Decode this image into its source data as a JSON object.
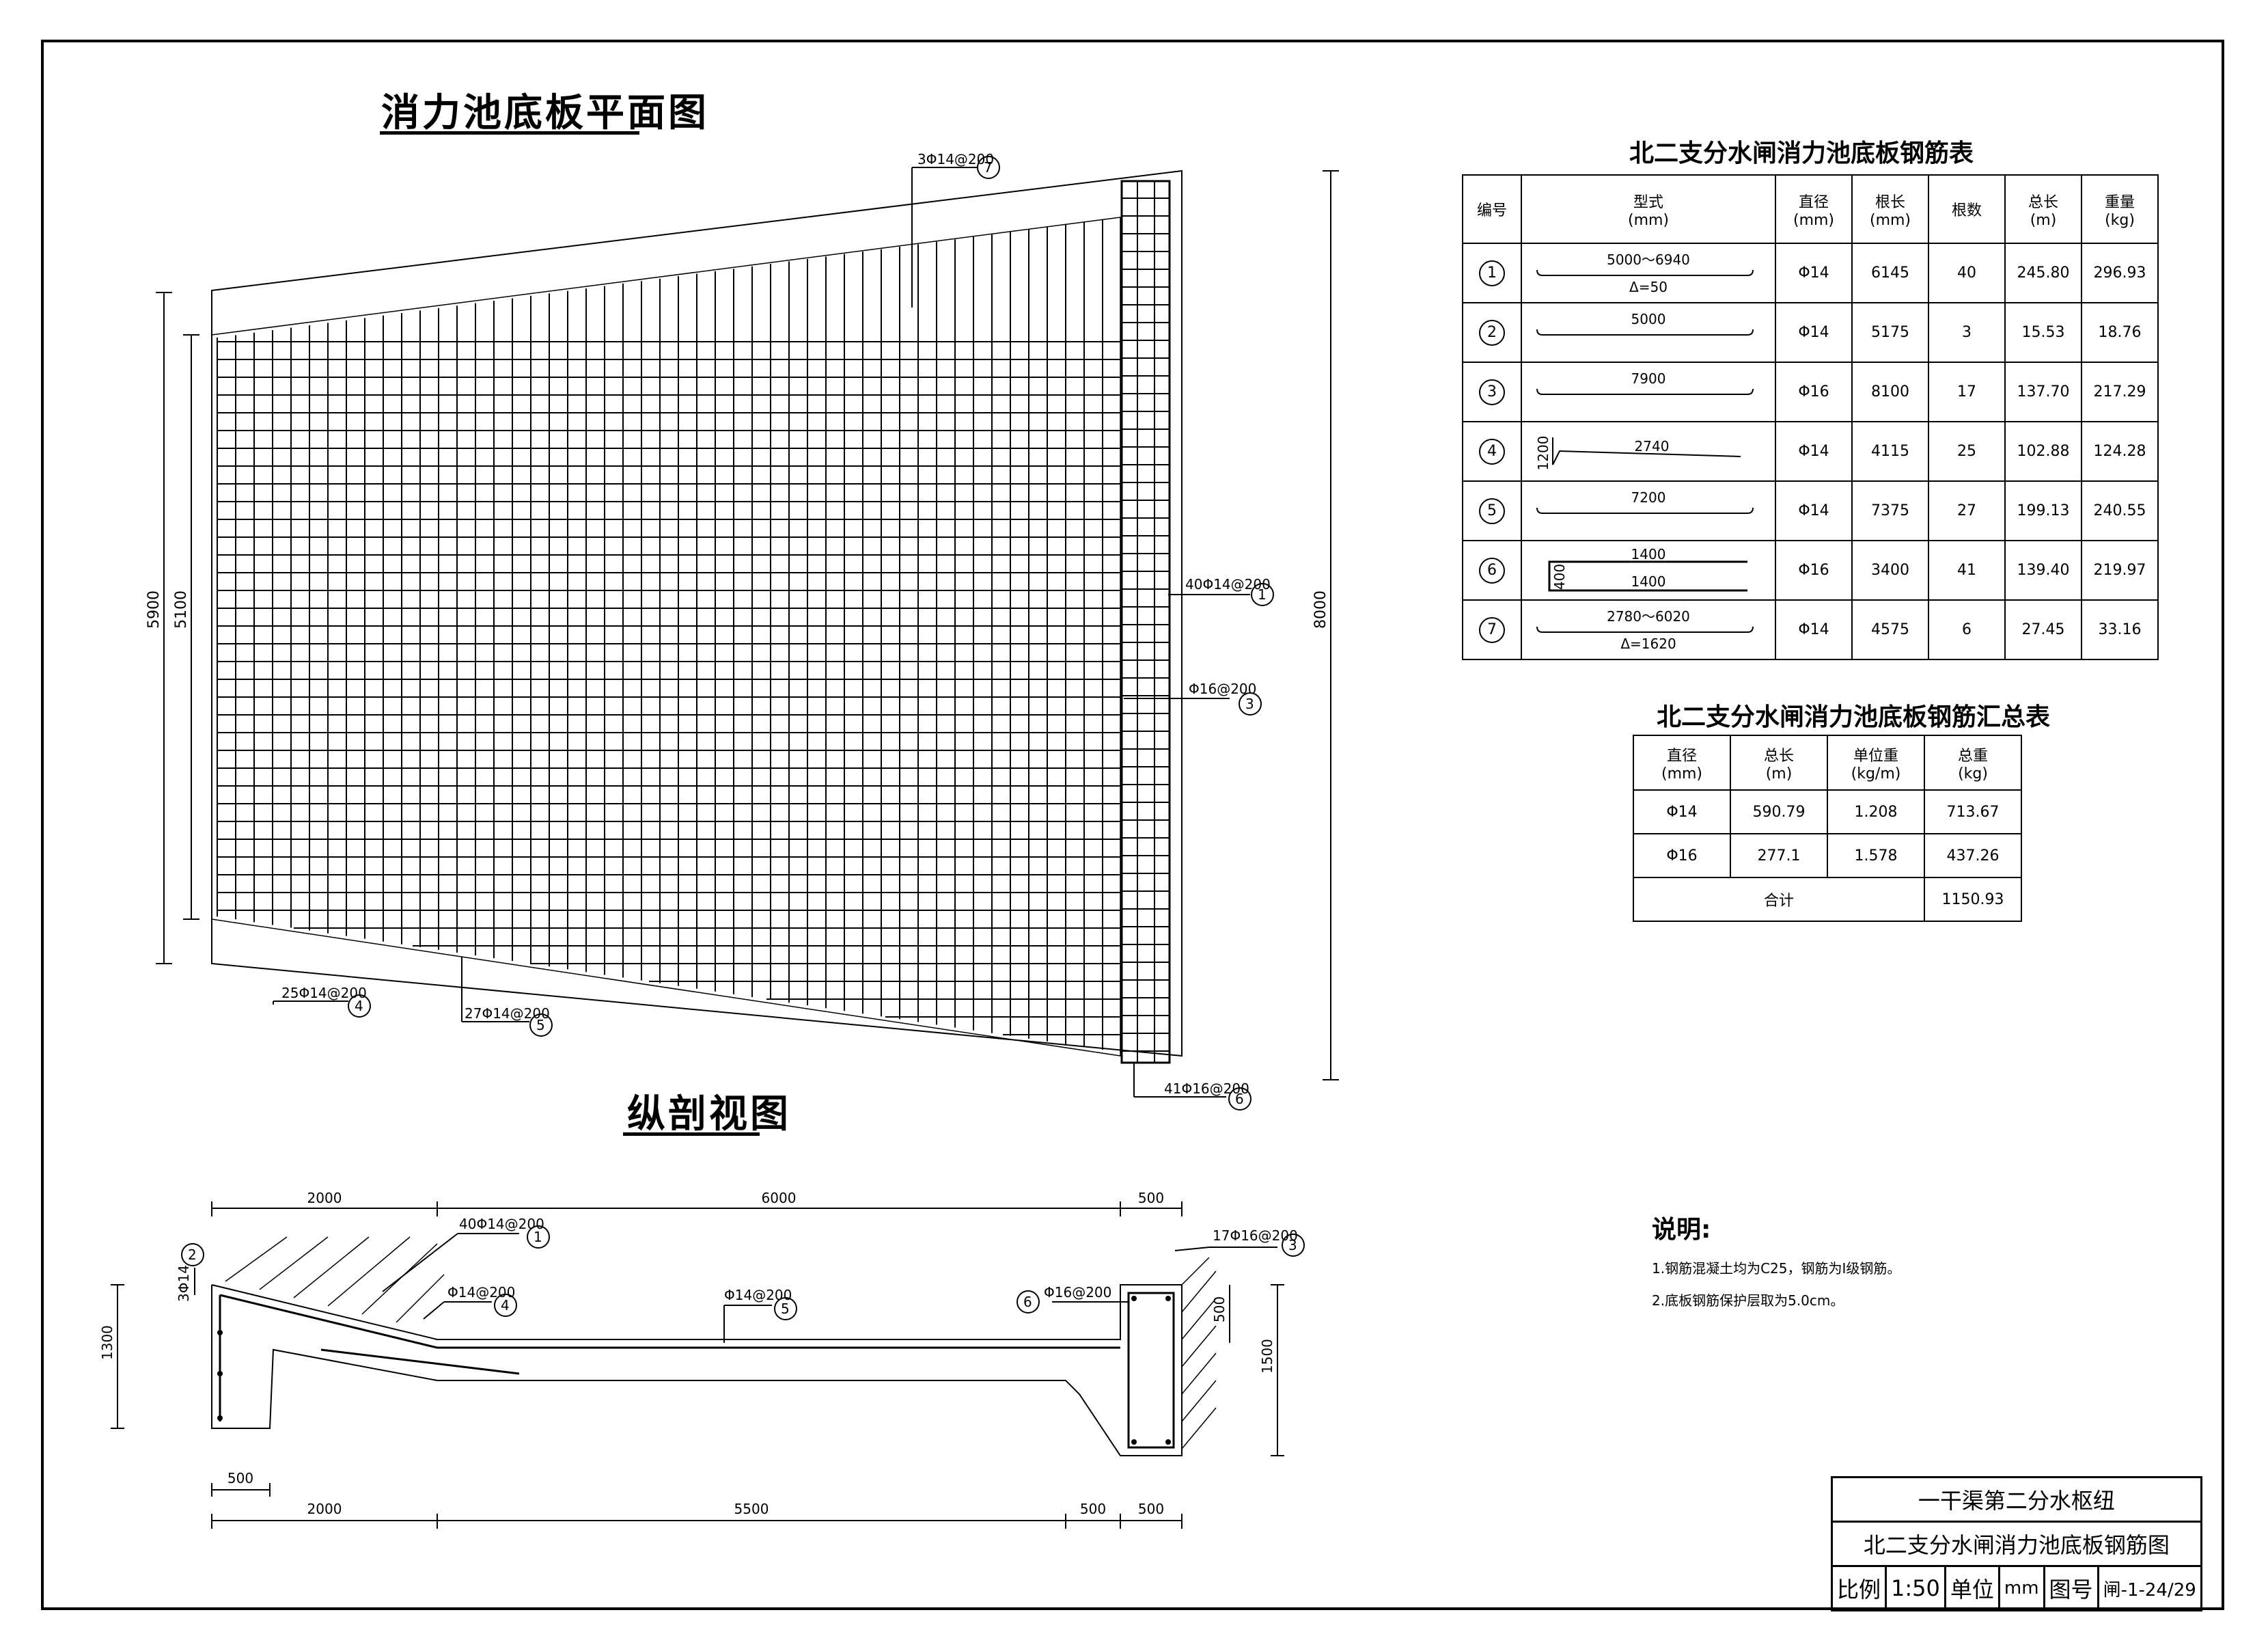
{
  "titles": {
    "plan": "消力池底板平面图",
    "section": "纵剖视图"
  },
  "plan_dims": {
    "left_outer": "5900",
    "left_inner": "5100",
    "right": "8000"
  },
  "plan_callouts": [
    {
      "text": "3Φ14@200",
      "no": "7"
    },
    {
      "text": "40Φ14@200",
      "no": "1"
    },
    {
      "text": "Φ16@200",
      "no": "3"
    },
    {
      "text": "25Φ14@200",
      "no": "4"
    },
    {
      "text": "27Φ14@200",
      "no": "5"
    },
    {
      "text": "41Φ16@200",
      "no": "6"
    }
  ],
  "section_dims_top": [
    "2000",
    "6000",
    "500"
  ],
  "section_dims_bottom": [
    "500",
    "2000",
    "5500",
    "500",
    "500"
  ],
  "section_dims_side": {
    "left": "1300",
    "right": "1500",
    "right_inner": "500"
  },
  "section_callouts": [
    {
      "text": "40Φ14@200",
      "no": "1"
    },
    {
      "text": "3Φ14",
      "no": "2"
    },
    {
      "text": "17Φ16@200",
      "no": "3"
    },
    {
      "text": "Φ14@200",
      "no": "4"
    },
    {
      "text": "Φ14@200",
      "no": "5"
    },
    {
      "text": "Φ16@200",
      "no": "6"
    }
  ],
  "rebar_table": {
    "title": "北二支分水闸消力池底板钢筋表",
    "headers": [
      "编号",
      "型式\n(mm)",
      "直径\n(mm)",
      "根长\n(mm)",
      "根数",
      "总长\n(m)",
      "重量\n(kg)"
    ],
    "rows": [
      {
        "no": "1",
        "shape_top": "5000～6940",
        "shape_bottom": "Δ=50",
        "dia": "Φ14",
        "len": "6145",
        "count": "40",
        "total": "245.80",
        "weight": "296.93"
      },
      {
        "no": "2",
        "shape_top": "5000",
        "shape_bottom": "",
        "dia": "Φ14",
        "len": "5175",
        "count": "3",
        "total": "15.53",
        "weight": "18.76"
      },
      {
        "no": "3",
        "shape_top": "7900",
        "shape_bottom": "",
        "dia": "Φ16",
        "len": "8100",
        "count": "17",
        "total": "137.70",
        "weight": "217.29"
      },
      {
        "no": "4",
        "shape_top": "2740",
        "shape_bottom": "1200",
        "dia": "Φ14",
        "len": "4115",
        "count": "25",
        "total": "102.88",
        "weight": "124.28"
      },
      {
        "no": "5",
        "shape_top": "7200",
        "shape_bottom": "",
        "dia": "Φ14",
        "len": "7375",
        "count": "27",
        "total": "199.13",
        "weight": "240.55"
      },
      {
        "no": "6",
        "shape_top": "1400",
        "shape_bottom": "1400",
        "shape_side": "400",
        "dia": "Φ16",
        "len": "3400",
        "count": "41",
        "total": "139.40",
        "weight": "219.97"
      },
      {
        "no": "7",
        "shape_top": "2780～6020",
        "shape_bottom": "Δ=1620",
        "dia": "Φ14",
        "len": "4575",
        "count": "6",
        "total": "27.45",
        "weight": "33.16"
      }
    ]
  },
  "summary_table": {
    "title": "北二支分水闸消力池底板钢筋汇总表",
    "headers": [
      "直径\n(mm)",
      "总长\n(m)",
      "单位重\n(kg/m)",
      "总重\n(kg)"
    ],
    "rows": [
      [
        "Φ14",
        "590.79",
        "1.208",
        "713.67"
      ],
      [
        "Φ16",
        "277.1",
        "1.578",
        "437.26"
      ]
    ],
    "total_label": "合计",
    "total_value": "1150.93"
  },
  "notes": {
    "heading": "说明:",
    "items": [
      "1.钢筋混凝土均为C25，钢筋为Ⅰ级钢筋。",
      "2.底板钢筋保护层取为5.0cm。"
    ]
  },
  "title_block": {
    "project": "一干渠第二分水枢纽",
    "drawing": "北二支分水闸消力池底板钢筋图",
    "scale_label": "比例",
    "scale": "1:50",
    "unit_label": "单位",
    "unit": "mm",
    "no_label": "图号",
    "no": "闸-1-24/29"
  }
}
